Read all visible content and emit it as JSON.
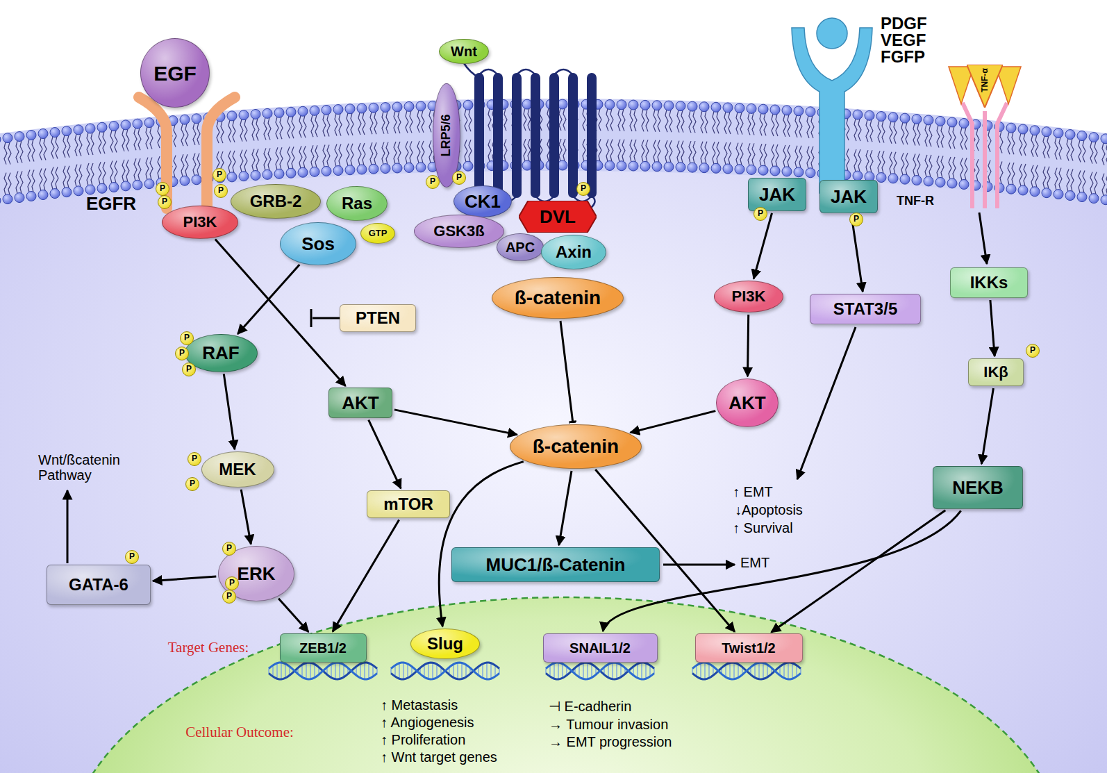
{
  "diagram": {
    "nodes": [
      {
        "text": [
          "EGF"
        ]
      },
      {
        "text": [
          "Wnt"
        ]
      },
      {
        "text": [
          "LRP5/6"
        ]
      },
      {
        "text": [
          "TNF-α"
        ]
      },
      {
        "text": [
          "PI3K"
        ]
      },
      {
        "text": [
          "GRB-2"
        ]
      },
      {
        "text": [
          "Ras"
        ]
      },
      {
        "text": [
          "CK1"
        ]
      },
      {
        "text": [
          "DVL"
        ]
      },
      {
        "text": [
          "JAK"
        ]
      },
      {
        "text": [
          "JAK"
        ]
      },
      {
        "text": [
          "GSK3ß"
        ]
      },
      {
        "text": [
          "APC"
        ]
      },
      {
        "text": [
          "Axin"
        ]
      },
      {
        "text": [
          "Sos"
        ]
      },
      {
        "text": [
          "GTP"
        ]
      },
      {
        "text": [
          "ß-catenin"
        ]
      },
      {
        "text": [
          "PI3K"
        ]
      },
      {
        "text": [
          "STAT3/5"
        ]
      },
      {
        "text": [
          "IKKs"
        ]
      },
      {
        "text": [
          "PTEN"
        ]
      },
      {
        "text": [
          "RAF"
        ]
      },
      {
        "text": [
          "IKβ"
        ]
      },
      {
        "text": [
          "AKT"
        ]
      },
      {
        "text": [
          "AKT"
        ]
      },
      {
        "text": [
          "ß-catenin"
        ]
      },
      {
        "text": [
          "MEK"
        ]
      },
      {
        "text": [
          "mTOR"
        ]
      },
      {
        "text": [
          "NEKB"
        ]
      },
      {
        "text": [
          "ERK"
        ]
      },
      {
        "text": [
          "MUC1/ß-Catenin"
        ]
      },
      {
        "text": [
          "GATA-6"
        ]
      },
      {
        "text": [
          "ZEB1/2"
        ]
      },
      {
        "text": [
          "Slug"
        ]
      },
      {
        "text": [
          "SNAIL1/2"
        ]
      },
      {
        "text": [
          "Twist1/2"
        ]
      }
    ],
    "edges": [
      {
        "from": 4,
        "to": 23,
        "arrow": "to"
      },
      {
        "from": 14,
        "to": 21,
        "arrow": "to"
      },
      {
        "from": 16,
        "to": 25,
        "arrow": "to"
      },
      {
        "from": 21,
        "to": 26,
        "arrow": "to"
      },
      {
        "from": 26,
        "to": 29,
        "arrow": "to"
      },
      {
        "from": 29,
        "to": 31,
        "arrow": "to"
      },
      {
        "from": 29,
        "to": 32,
        "arrow": "to"
      },
      {
        "from": 23,
        "to": 27,
        "arrow": "to"
      },
      {
        "from": 23,
        "to": 25,
        "arrow": "to"
      },
      {
        "from": 27,
        "to": 32,
        "arrow": "to"
      },
      {
        "from": 9,
        "to": 17,
        "arrow": "to"
      },
      {
        "from": 10,
        "to": 18,
        "arrow": "to"
      },
      {
        "from": 17,
        "to": 24,
        "arrow": "to"
      },
      {
        "from": 24,
        "to": 25,
        "arrow": "to"
      },
      {
        "from": 25,
        "to": 33,
        "arrow": "to"
      },
      {
        "from": 25,
        "to": 30,
        "arrow": "to"
      },
      {
        "from": 25,
        "to": 35,
        "arrow": "to"
      },
      {
        "from": 19,
        "to": 22,
        "arrow": "to"
      },
      {
        "from": 22,
        "to": 28,
        "arrow": "to"
      },
      {
        "from": 28,
        "to": 34,
        "arrow": "to"
      },
      {
        "from": 28,
        "to": 35,
        "arrow": "to"
      }
    ],
    "labels": [
      "EGFR",
      "PDGF VEGF FGFP",
      "TNF-R",
      "P",
      "P",
      "P",
      "P",
      "P",
      "P",
      "P",
      "P",
      "P",
      "P",
      "P",
      "P",
      "P",
      "P",
      "P",
      "P",
      "P",
      "P",
      "P",
      "Wnt/ßcatenin Pathway",
      "↑ EMT",
      "↓Apoptosis",
      "↑ Survival",
      "EMT",
      "Target Genes:",
      "Cellular Outcome:",
      "↑ Metastasis",
      "↑ Angiogenesis",
      "↑ Proliferation",
      "↑ Wnt target genes",
      "⊣ E-cadherin",
      "→ Tumour invasion",
      "→ EMT progression"
    ]
  }
}
